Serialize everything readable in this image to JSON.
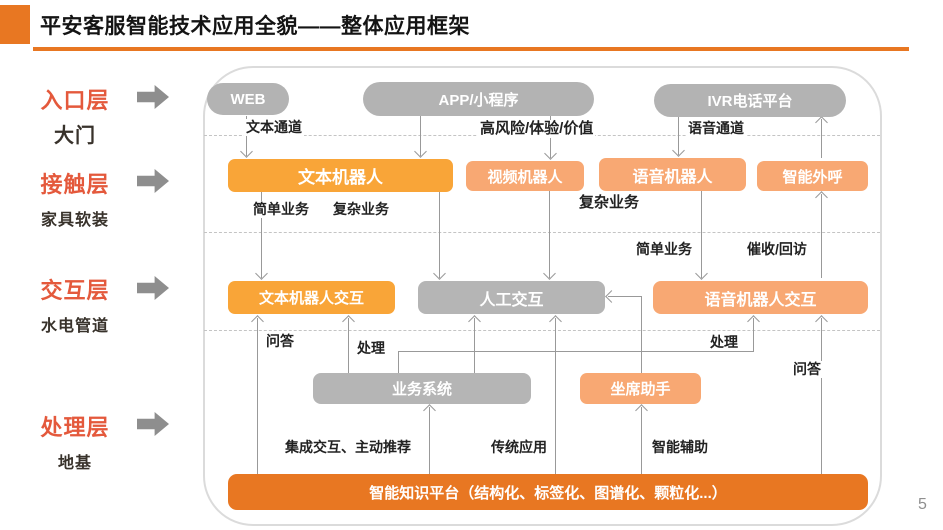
{
  "page": {
    "title": "平安客服智能技术应用全貌——整体应用框架",
    "page_number": "5"
  },
  "colors": {
    "brand_orange": "#E87722",
    "bright_orange": "#F9A538",
    "light_orange": "#F8A873",
    "gray_box": "#B5B5B5",
    "layer_title": "#E4593C"
  },
  "layers": [
    {
      "name": "入口层",
      "metaphor": "大门"
    },
    {
      "name": "接触层",
      "metaphor": "家具软装"
    },
    {
      "name": "交互层",
      "metaphor": "水电管道"
    },
    {
      "name": "处理层",
      "metaphor": "地基"
    }
  ],
  "nodes": {
    "web": "WEB",
    "app": "APP/小程序",
    "ivr": "IVR电话平台",
    "text_robot": "文本机器人",
    "video_robot": "视频机器人",
    "voice_robot": "语音机器人",
    "outbound_call": "智能外呼",
    "text_interaction": "文本机器人交互",
    "human_interaction": "人工交互",
    "voice_interaction": "语音机器人交互",
    "business_system": "业务系统",
    "agent_assistant": "坐席助手",
    "knowledge_platform": "智能知识平台（结构化、标签化、图谱化、颗粒化...）"
  },
  "edge_labels": {
    "text_channel": "文本通道",
    "high_risk": "高风险/体验/价值",
    "voice_channel": "语音通道",
    "simple_biz_1": "简单业务",
    "complex_biz_1": "复杂业务",
    "complex_biz_2": "复杂业务",
    "simple_biz_2": "简单业务",
    "collection_callback": "催收/回访",
    "qa_left": "问答",
    "process_left": "处理",
    "process_right": "处理",
    "qa_right": "问答",
    "integrated_push": "集成交互、主动推荐",
    "traditional_app": "传统应用",
    "smart_assist": "智能辅助"
  }
}
